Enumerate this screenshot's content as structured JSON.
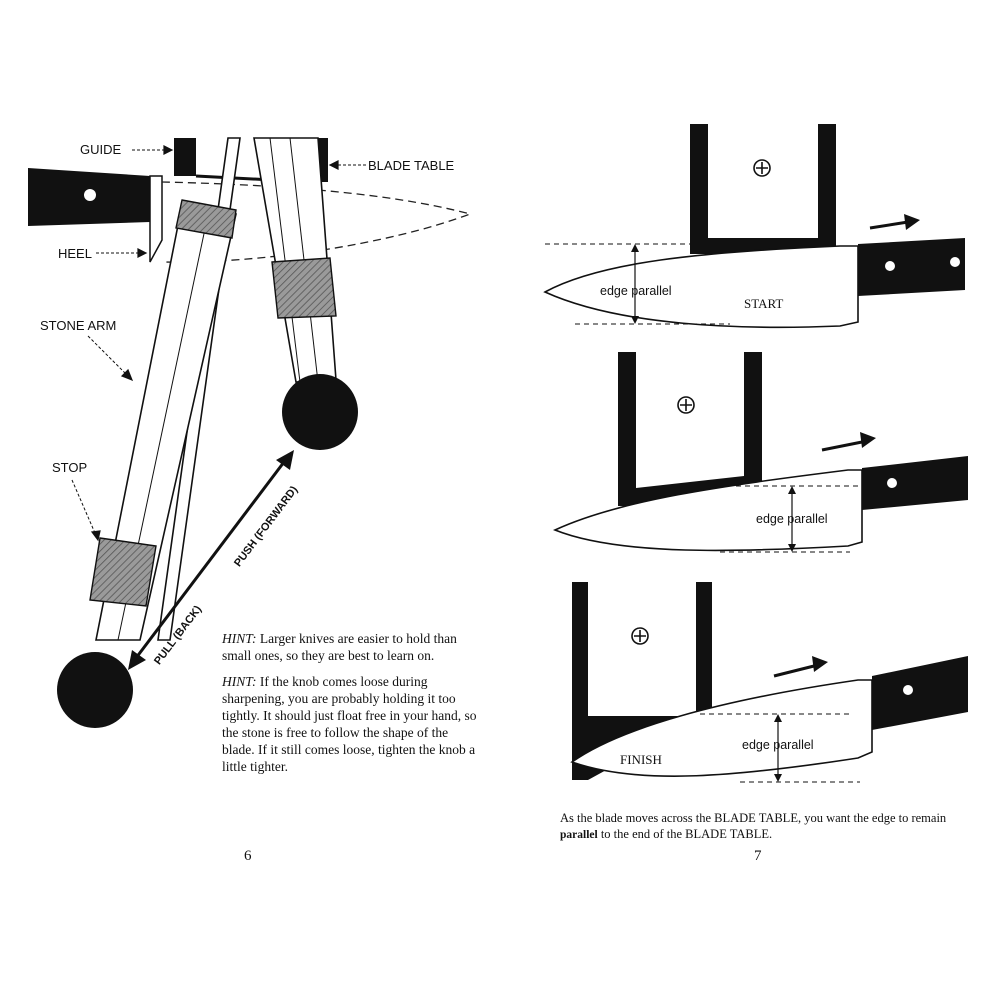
{
  "left_page": {
    "labels": {
      "guide": "GUIDE",
      "blade_table": "BLADE TABLE",
      "heel": "HEEL",
      "stone_arm": "STONE ARM",
      "stop": "STOP"
    },
    "arrows": {
      "push": "PUSH (FORWARD)",
      "pull": "PULL (BACK)"
    },
    "hints": [
      {
        "title": "HINT:",
        "text": " Larger knives are easier to hold than small ones, so they are best to learn on."
      },
      {
        "title": "HINT:",
        "text": " If the knob comes loose during sharpening, you are probably holding it too tightly. It should just float free in your hand, so the stone is free to follow the shape of the blade. If it still comes loose, tighten the knob a little tighter."
      }
    ],
    "page_number": "6"
  },
  "right_page": {
    "diagrams": [
      {
        "measure_label": "edge parallel",
        "state_label": "START"
      },
      {
        "measure_label": "edge parallel",
        "state_label": ""
      },
      {
        "measure_label": "edge parallel",
        "state_label": "FINISH"
      }
    ],
    "caption": {
      "part1": "As the blade moves across the BLADE TABLE, you want the edge to remain ",
      "emphasis": "parallel",
      "part2": " to the end of the BLADE TABLE."
    },
    "page_number": "7"
  }
}
